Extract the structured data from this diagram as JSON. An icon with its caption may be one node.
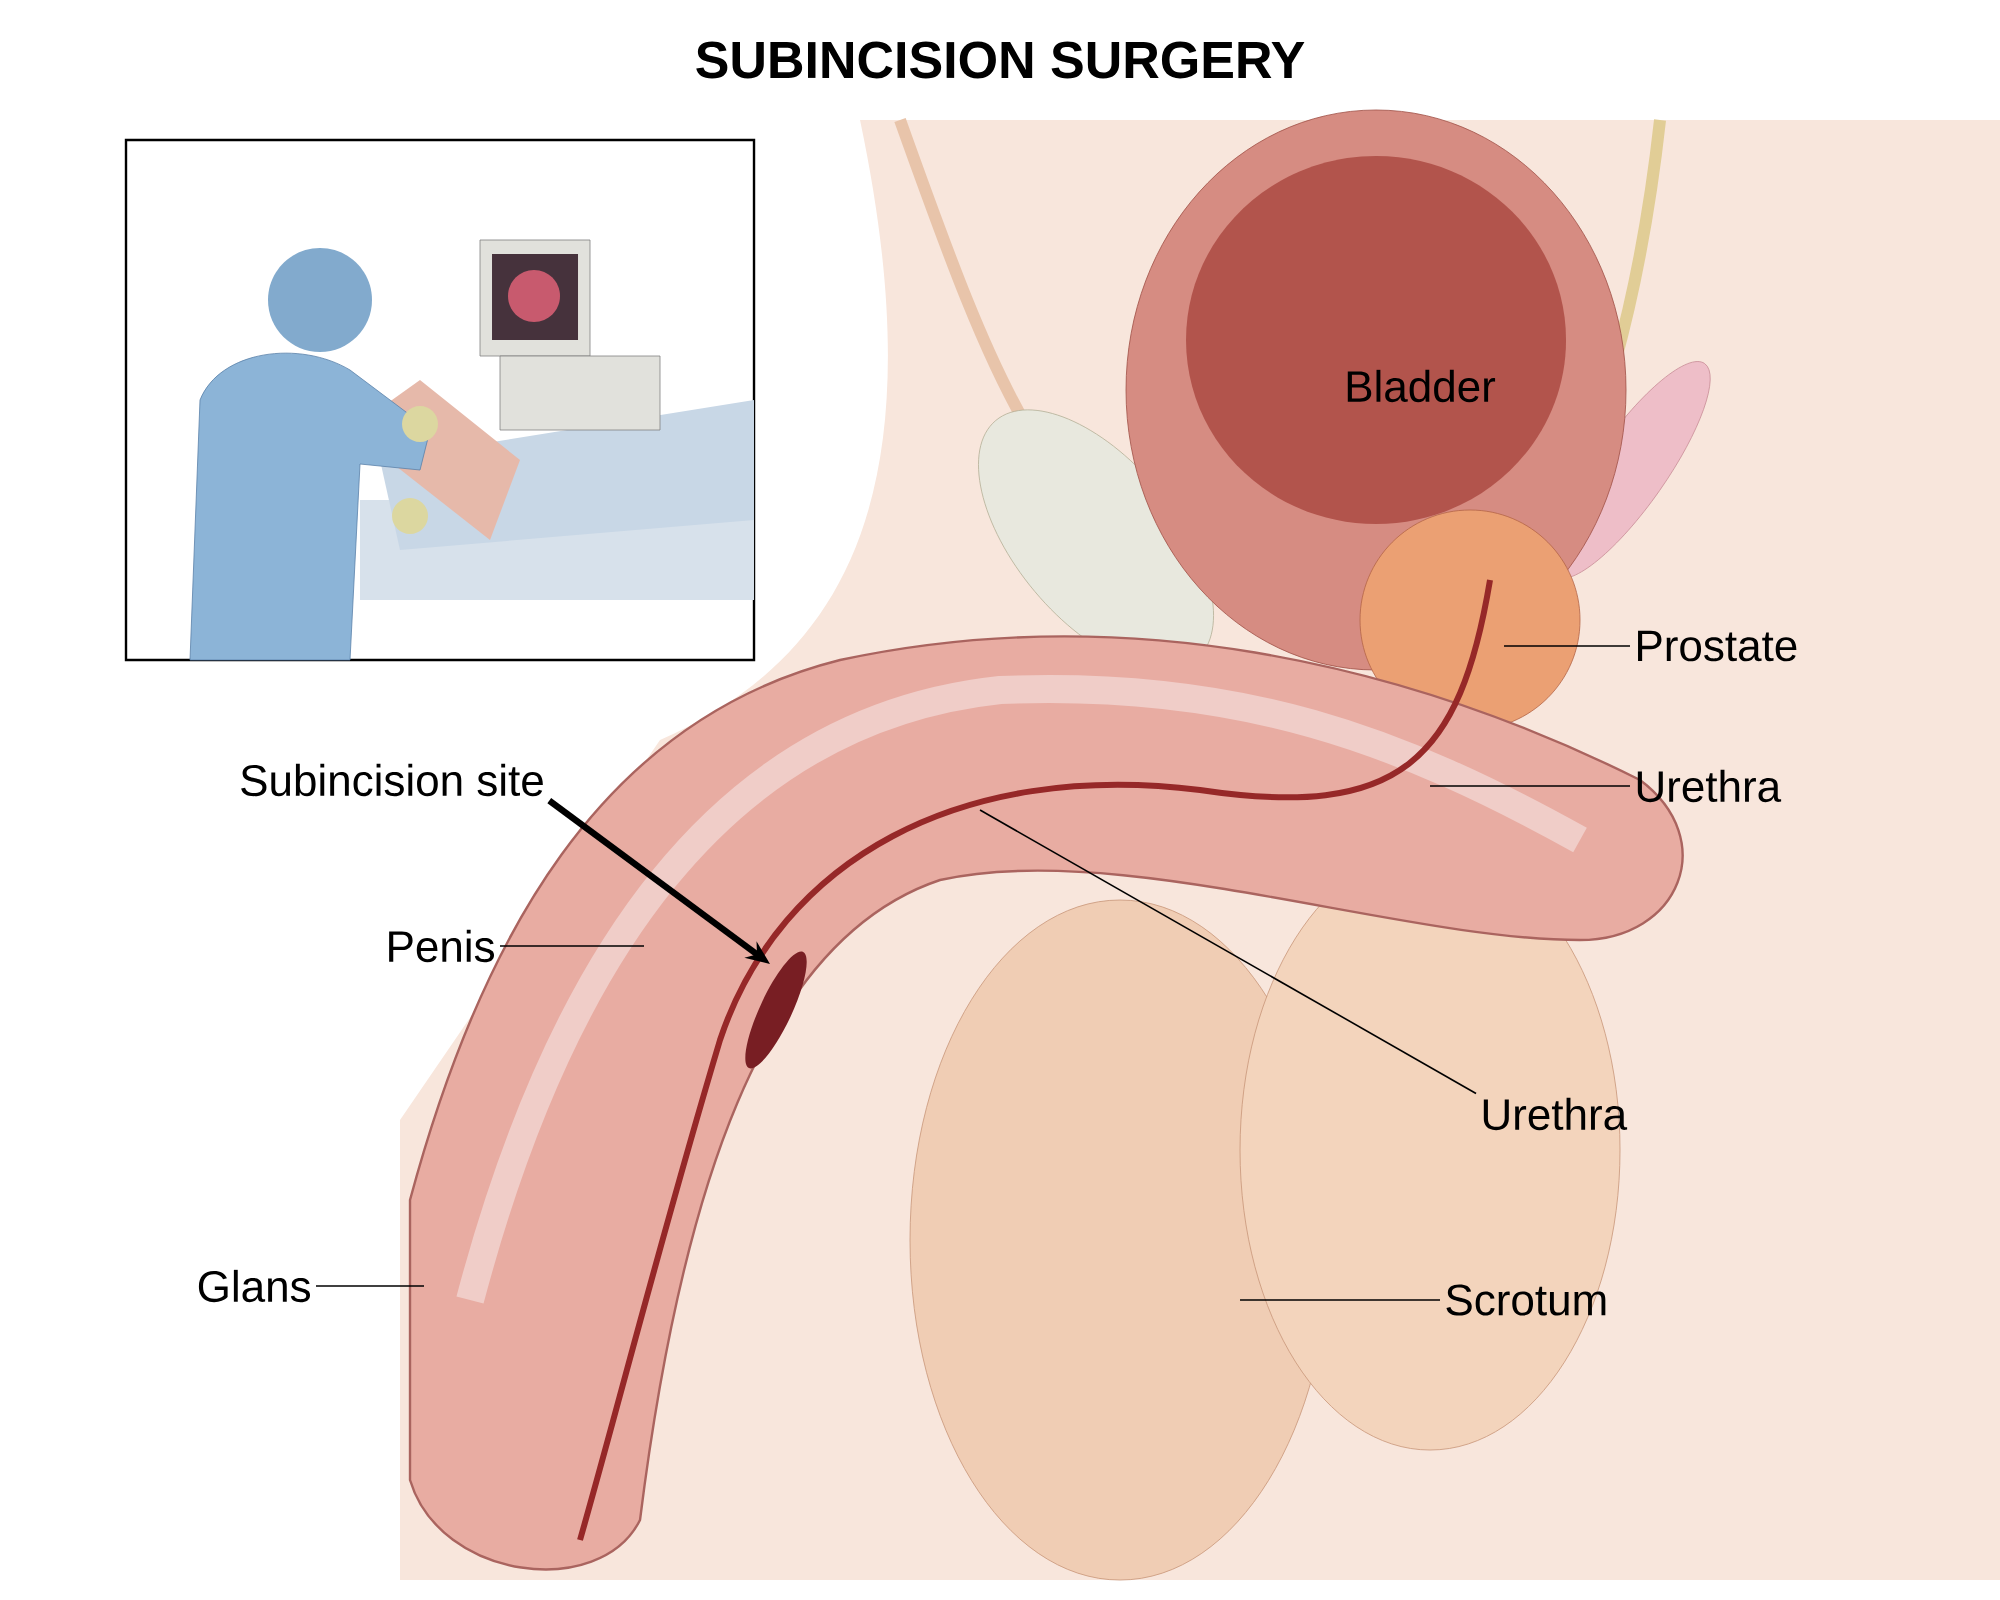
{
  "diagram": {
    "title": "SUBINCISION SURGERY",
    "nodes": [
      {
        "text": [
          "Prostate"
        ]
      },
      {
        "text": [
          "Urethra"
        ]
      },
      {
        "text": [
          "Subincision site"
        ]
      },
      {
        "text": [
          "Penis"
        ]
      },
      {
        "text": [
          "Urethra"
        ]
      },
      {
        "text": [
          "Glans"
        ]
      },
      {
        "text": [
          "Scrotum"
        ]
      }
    ],
    "edges": [
      {
        "from": 0,
        "to": null,
        "arrow": "none"
      },
      {
        "from": 1,
        "to": null,
        "arrow": "none"
      },
      {
        "from": 2,
        "to": null,
        "arrow": "to",
        "style": "thick"
      },
      {
        "from": 3,
        "to": null,
        "arrow": "none"
      },
      {
        "from": 4,
        "to": null,
        "arrow": "none"
      },
      {
        "from": 5,
        "to": null,
        "arrow": "none"
      },
      {
        "from": 6,
        "to": null,
        "arrow": "none"
      }
    ],
    "labels": [
      "Bladder"
    ]
  }
}
